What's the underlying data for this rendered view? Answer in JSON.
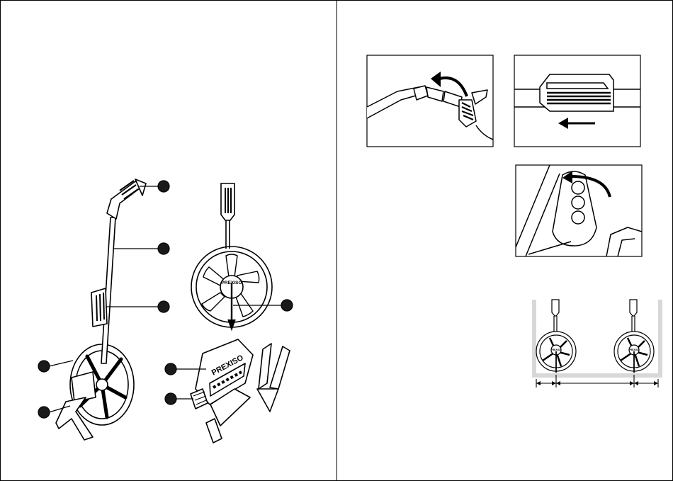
{
  "brand": {
    "logo_text": "PREXISO"
  },
  "colors": {
    "line": "#000000",
    "callout": "#1a1a1a",
    "wall_gray": "#d8d8d8",
    "background": "#ffffff"
  },
  "icons": {
    "callout_marker": "filled-circle",
    "arrow_unfold": "curved-arrow",
    "arrow_slide": "left-arrow",
    "arrow_flip": "curved-arrow"
  }
}
